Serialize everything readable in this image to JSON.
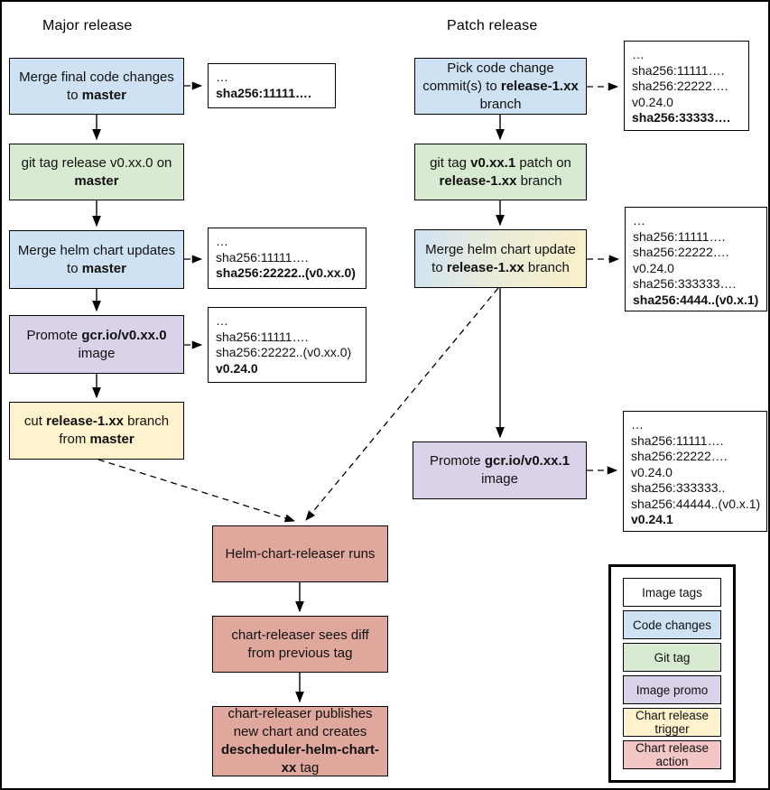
{
  "titles": {
    "major": "Major release",
    "patch": "Patch release"
  },
  "colors": {
    "code_changes": "#cfe2f3",
    "git_tag": "#d9ead3",
    "image_promo": "#d9d2e9",
    "chart_trigger": "#fff2cc",
    "chart_action": "#e0a79d",
    "image_tags": "#ffffff",
    "legend_action": "#f2c6c4",
    "line": "#000000"
  },
  "flow": {
    "major": [
      {
        "name": "merge-final-code-changes",
        "segments": [
          {
            "t": "Merge final code changes to "
          },
          {
            "t": "master",
            "b": true
          }
        ]
      },
      {
        "name": "git-tag-release",
        "segments": [
          {
            "t": "git tag release v0.xx.0 on "
          },
          {
            "t": "master",
            "b": true
          }
        ]
      },
      {
        "name": "merge-helm-chart-updates",
        "segments": [
          {
            "t": "Merge helm chart updates to "
          },
          {
            "t": "master",
            "b": true
          }
        ]
      },
      {
        "name": "promote-image",
        "segments": [
          {
            "t": "Promote "
          },
          {
            "t": "gcr.io/v0.xx.0",
            "b": true
          },
          {
            "t": " image"
          }
        ]
      },
      {
        "name": "cut-release-branch",
        "segments": [
          {
            "t": "cut "
          },
          {
            "t": "release-1.xx",
            "b": true
          },
          {
            "t": " branch from "
          },
          {
            "t": "master",
            "b": true
          }
        ]
      }
    ],
    "patch": [
      {
        "name": "pick-code-change",
        "segments": [
          {
            "t": "Pick code change commit(s) to "
          },
          {
            "t": "release-1.xx",
            "b": true
          },
          {
            "t": " branch"
          }
        ]
      },
      {
        "name": "git-tag-patch",
        "segments": [
          {
            "t": "git tag "
          },
          {
            "t": "v0.xx.1",
            "b": true
          },
          {
            "t": " patch on "
          },
          {
            "t": "release-1.xx",
            "b": true
          },
          {
            "t": " branch"
          }
        ]
      },
      {
        "name": "merge-helm-chart-update",
        "segments": [
          {
            "t": "Merge helm chart update to "
          },
          {
            "t": "release-1.xx",
            "b": true
          },
          {
            "t": " branch"
          }
        ]
      },
      {
        "name": "promote-patch-image",
        "segments": [
          {
            "t": "Promote "
          },
          {
            "t": "gcr.io/v0.xx.1",
            "b": true
          },
          {
            "t": " image"
          }
        ]
      }
    ],
    "actions": [
      {
        "name": "helm-chart-releaser-runs",
        "segments": [
          {
            "t": "Helm-chart-releaser runs"
          }
        ]
      },
      {
        "name": "chart-releaser-sees-diff",
        "segments": [
          {
            "t": "chart-releaser sees diff from previous tag"
          }
        ]
      },
      {
        "name": "chart-releaser-publishes",
        "segments": [
          {
            "t": "chart-releaser publishes new chart and creates "
          },
          {
            "t": "descheduler-helm-chart-xx",
            "b": true
          },
          {
            "t": " tag"
          }
        ]
      }
    ]
  },
  "tags": {
    "major": [
      {
        "lines": [
          {
            "t": "…"
          },
          {
            "t": "sha256:11111….",
            "b": true
          }
        ]
      },
      {
        "lines": [
          {
            "t": "…"
          },
          {
            "t": "sha256:11111…."
          },
          {
            "t": "sha256:22222..(v0.xx.0)",
            "b": true
          }
        ]
      },
      {
        "lines": [
          {
            "t": "…"
          },
          {
            "t": "sha256:11111…."
          },
          {
            "t": "sha256:22222..(v0.xx.0)"
          },
          {
            "t": "v0.24.0",
            "b": true
          }
        ]
      }
    ],
    "patch": [
      {
        "lines": [
          {
            "t": "…"
          },
          {
            "t": "sha256:11111…."
          },
          {
            "t": "sha256:22222…."
          },
          {
            "t": "v0.24.0"
          },
          {
            "t": "sha256:33333….",
            "b": true
          }
        ]
      },
      {
        "lines": [
          {
            "t": "…"
          },
          {
            "t": "sha256:11111…."
          },
          {
            "t": "sha256:22222…."
          },
          {
            "t": "v0.24.0"
          },
          {
            "t": "sha256:333333…."
          },
          {
            "t": "sha256:4444..(v0.x.1)",
            "b": true
          }
        ]
      },
      {
        "lines": [
          {
            "t": "…"
          },
          {
            "t": "sha256:11111…."
          },
          {
            "t": "sha256:22222…."
          },
          {
            "t": "v0.24.0"
          },
          {
            "t": "sha256:333333.."
          },
          {
            "t": "sha256:44444..(v0.x.1)"
          },
          {
            "t": "v0.24.1",
            "b": true
          }
        ]
      }
    ]
  },
  "legend": {
    "items": [
      {
        "label": "Image tags",
        "color": "#ffffff"
      },
      {
        "label": "Code changes",
        "color": "#cfe2f3"
      },
      {
        "label": "Git tag",
        "color": "#d9ead3"
      },
      {
        "label": "Image promo",
        "color": "#d9d2e9"
      },
      {
        "label": "Chart release trigger",
        "color": "#fff2cc"
      },
      {
        "label": "Chart release action",
        "color": "#f2c6c4"
      }
    ]
  }
}
